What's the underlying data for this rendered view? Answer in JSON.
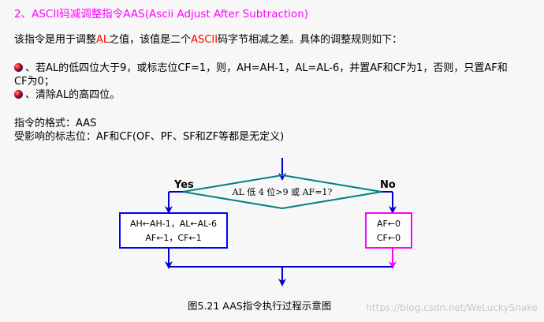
{
  "heading": {
    "number": "2、",
    "text": "ASCII码减调整指令AAS(Ascii Adjust After Subtraction)"
  },
  "intro": {
    "before": "该指令是用于调整",
    "highlight1": "AL",
    "middle": "之值，该值是二个",
    "highlight2": "ASCII",
    "after": "码字节相减之差。具体的调整规则如下："
  },
  "rules": {
    "rule1_line1": "、若AL的低四位大于9，或标志位CF=1，则，AH=AH-1，AL=AL-6，并置AF和CF为1，否则，只置AF和",
    "rule1_line2": "CF为0；",
    "rule2": "、清除AL的高四位。"
  },
  "format": {
    "line1": "指令的格式：AAS",
    "line2": "受影响的标志位：AF和CF(OF、PF、SF和ZF等都是无定义)"
  },
  "diagram": {
    "condition": "AL 低 4 位>9 或 AF=1?",
    "yes_label": "Yes",
    "no_label": "No",
    "yes_box_line1": "AH←AH-1，AL←AL-6",
    "yes_box_line2": "AF←1，CF←1",
    "no_box_line1": "AF←0",
    "no_box_line2": "CF←0",
    "caption": "图5.21 AAS指令执行过程示意图",
    "watermark": "https://blog.csdn.net/WeLuckySnake",
    "colors": {
      "flow_lines": "#0000cc",
      "diamond": "#008080",
      "yes_box": "#0000ff",
      "no_box": "#ff00ff"
    }
  }
}
